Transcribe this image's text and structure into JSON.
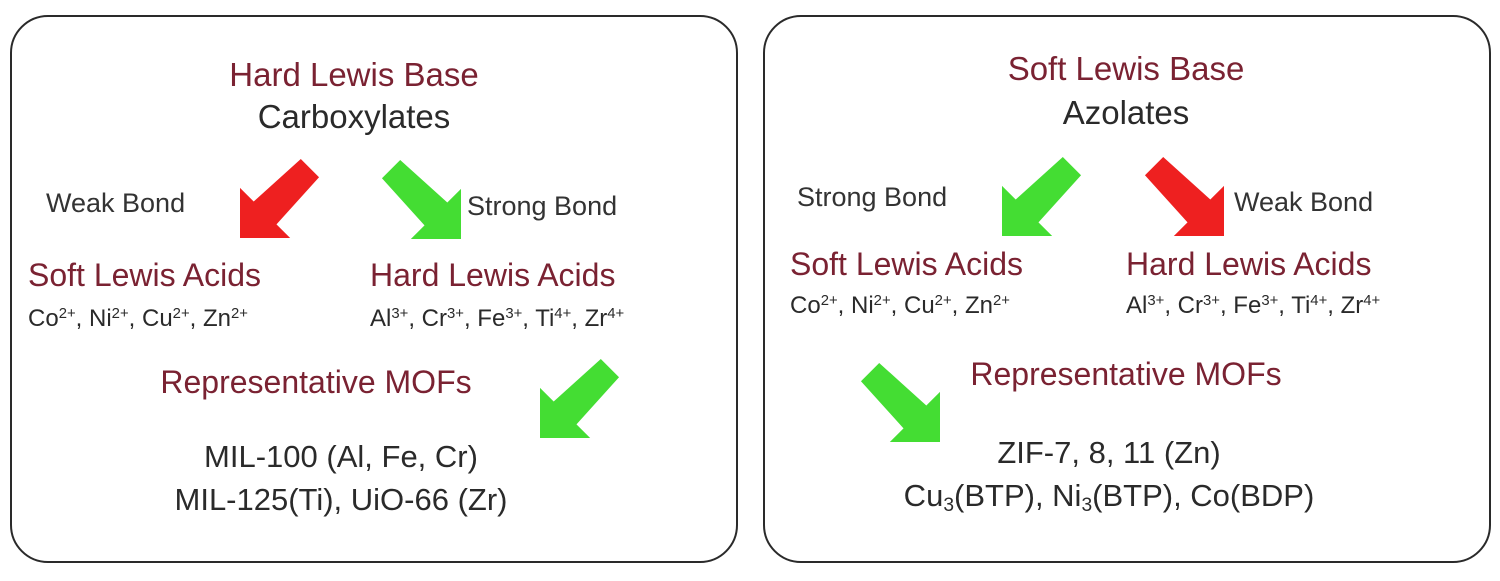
{
  "colors": {
    "accent_text": "#7a2232",
    "arrow_red": "#ee2020",
    "arrow_green": "#44dd33",
    "border": "#2a2a2a"
  },
  "left": {
    "base_title": "Hard Lewis Base",
    "base_name": "Carboxylates",
    "bond_left": "Weak Bond",
    "bond_right": "Strong Bond",
    "acid_left": {
      "title": "Soft Lewis Acids",
      "ions": [
        {
          "el": "Co",
          "charge": "2+",
          "sep": ", "
        },
        {
          "el": "Ni",
          "charge": "2+",
          "sep": ", "
        },
        {
          "el": "Cu",
          "charge": "2+",
          "sep": ", "
        },
        {
          "el": "Zn",
          "charge": "2+",
          "sep": ""
        }
      ]
    },
    "acid_right": {
      "title": "Hard Lewis Acids",
      "ions": [
        {
          "el": "Al",
          "charge": "3+",
          "sep": ", "
        },
        {
          "el": "Cr",
          "charge": "3+",
          "sep": ", "
        },
        {
          "el": "Fe",
          "charge": "3+",
          "sep": ", "
        },
        {
          "el": "Ti",
          "charge": "4+",
          "sep": ", "
        },
        {
          "el": "Zr",
          "charge": "4+",
          "sep": ""
        }
      ]
    },
    "mof_title": "Representative MOFs",
    "mof_line1": [
      {
        "t": "MIL-100 (Al, Fe, Cr)"
      }
    ],
    "mof_line2": [
      {
        "t": "MIL-125(Ti), UiO-66 (Zr)"
      }
    ]
  },
  "right": {
    "base_title": "Soft Lewis Base",
    "base_name": "Azolates",
    "bond_left": "Strong Bond",
    "bond_right": "Weak Bond",
    "acid_left": {
      "title": "Soft Lewis Acids",
      "ions": [
        {
          "el": "Co",
          "charge": "2+",
          "sep": ", "
        },
        {
          "el": "Ni",
          "charge": "2+",
          "sep": ", "
        },
        {
          "el": "Cu",
          "charge": "2+",
          "sep": ", "
        },
        {
          "el": "Zn",
          "charge": "2+",
          "sep": ""
        }
      ]
    },
    "acid_right": {
      "title": "Hard Lewis Acids",
      "ions": [
        {
          "el": "Al",
          "charge": "3+",
          "sep": ", "
        },
        {
          "el": "Cr",
          "charge": "3+",
          "sep": ", "
        },
        {
          "el": "Fe",
          "charge": "3+",
          "sep": ", "
        },
        {
          "el": "Ti",
          "charge": "4+",
          "sep": ", "
        },
        {
          "el": "Zr",
          "charge": "4+",
          "sep": ""
        }
      ]
    },
    "mof_title": "Representative MOFs",
    "mof_line1": [
      {
        "t": "ZIF-7, 8, 11 (Zn)"
      }
    ],
    "mof_line2": [
      {
        "t": "Cu"
      },
      {
        "sub": "3"
      },
      {
        "t": "(BTP), Ni"
      },
      {
        "sub": "3"
      },
      {
        "t": "(BTP), Co(BDP)"
      }
    ]
  }
}
